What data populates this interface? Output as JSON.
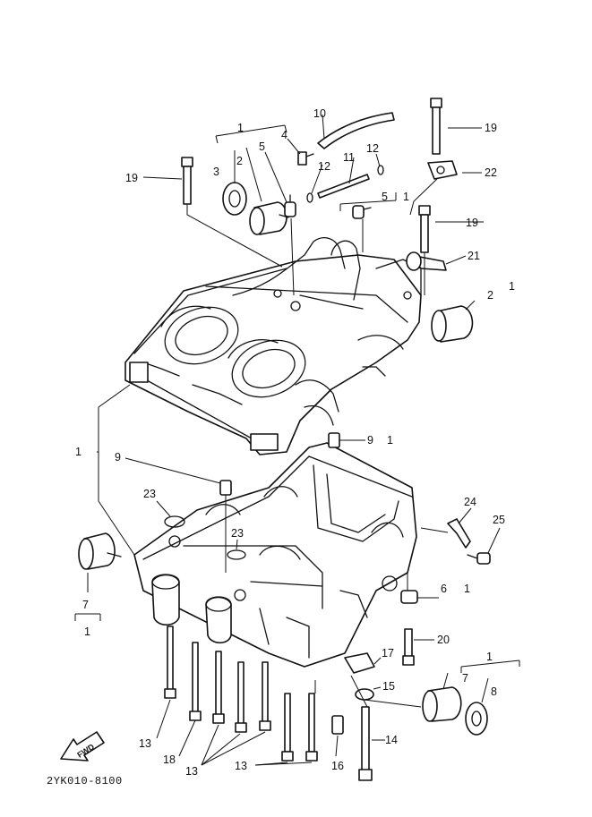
{
  "diagram_code": "2YK010-8100",
  "fwd_label": "FWD",
  "callouts": [
    {
      "id": "c1a",
      "text": "1"
    },
    {
      "id": "c5a",
      "text": "5"
    },
    {
      "id": "c4",
      "text": "4"
    },
    {
      "id": "c10",
      "text": "10"
    },
    {
      "id": "c19a",
      "text": "19"
    },
    {
      "id": "c12a",
      "text": "12"
    },
    {
      "id": "c11",
      "text": "11"
    },
    {
      "id": "c12b",
      "text": "12"
    },
    {
      "id": "c22",
      "text": "22"
    },
    {
      "id": "c3",
      "text": "3"
    },
    {
      "id": "c2a",
      "text": "2"
    },
    {
      "id": "c19b",
      "text": "19"
    },
    {
      "id": "c5b",
      "text": "5"
    },
    {
      "id": "c1b",
      "text": "1"
    },
    {
      "id": "c19c",
      "text": "19"
    },
    {
      "id": "c21",
      "text": "21"
    },
    {
      "id": "c2b",
      "text": "2"
    },
    {
      "id": "c1c",
      "text": "1"
    },
    {
      "id": "c9a",
      "text": "9"
    },
    {
      "id": "c1d",
      "text": "1"
    },
    {
      "id": "c1e",
      "text": "1"
    },
    {
      "id": "c9b",
      "text": "9"
    },
    {
      "id": "c23a",
      "text": "23"
    },
    {
      "id": "c24",
      "text": "24"
    },
    {
      "id": "c25",
      "text": "25"
    },
    {
      "id": "c23b",
      "text": "23"
    },
    {
      "id": "c6",
      "text": "6"
    },
    {
      "id": "c1f",
      "text": "1"
    },
    {
      "id": "c7a",
      "text": "7"
    },
    {
      "id": "c7b",
      "text": "7"
    },
    {
      "id": "c1g",
      "text": "1"
    },
    {
      "id": "c20",
      "text": "20"
    },
    {
      "id": "c17",
      "text": "17"
    },
    {
      "id": "c1h",
      "text": "1"
    },
    {
      "id": "c7c",
      "text": "7"
    },
    {
      "id": "c15",
      "text": "15"
    },
    {
      "id": "c8",
      "text": "8"
    },
    {
      "id": "c13a",
      "text": "13"
    },
    {
      "id": "c18",
      "text": "18"
    },
    {
      "id": "c14",
      "text": "14"
    },
    {
      "id": "c13b",
      "text": "13"
    },
    {
      "id": "c13c",
      "text": "13"
    },
    {
      "id": "c16",
      "text": "16"
    }
  ]
}
